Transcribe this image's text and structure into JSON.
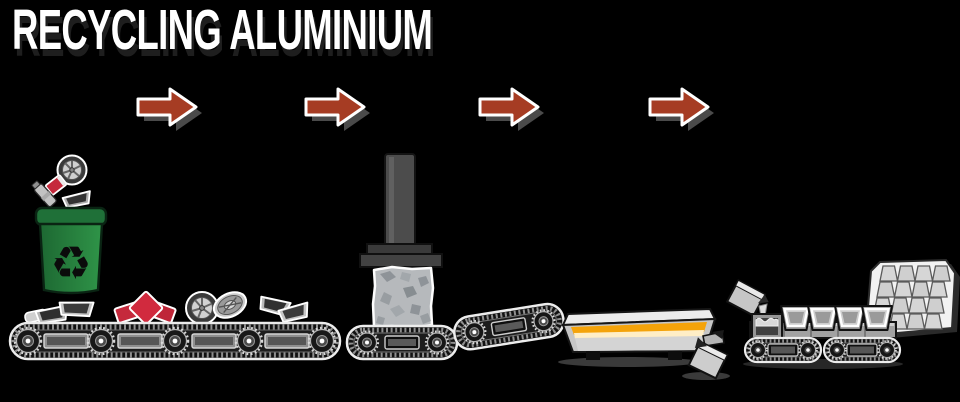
{
  "title": "RECYCLING ALUMINIUM",
  "glyphs": {
    "recycle": "♻"
  },
  "flow": {
    "arrow_count": 4,
    "direction": "right",
    "arrow_color": "#a63c23"
  },
  "palette": {
    "background": "#000000",
    "title_text": "#ffffff",
    "arrow_red": "#a63c23",
    "bin_green": "#2c8c44",
    "bin_lid_green": "#1f7038",
    "can_red": "#c5293c",
    "molten_orange": "#f4a30a",
    "molten_highlight": "#ffeec6",
    "metal_grey": "#c6c6c6",
    "belt_dark": "#141414"
  },
  "stages": [
    {
      "id": "collection",
      "icons": [
        "falling-scrap-icon",
        "recycling-bin-icon",
        "scrap-conveyor-icon"
      ]
    },
    {
      "id": "compaction",
      "icons": [
        "hydraulic-press-icon",
        "compacted-bale-icon",
        "press-track-icon",
        "transfer-track-icon"
      ]
    },
    {
      "id": "melting",
      "icons": [
        "melting-furnace-icon",
        "molten-aluminium-icon",
        "tipping-bucket-icon"
      ]
    },
    {
      "id": "casting",
      "icons": [
        "pouring-crucible-icon",
        "ingot-mould-conveyor-icon",
        "ingot-stack-icon"
      ]
    }
  ]
}
